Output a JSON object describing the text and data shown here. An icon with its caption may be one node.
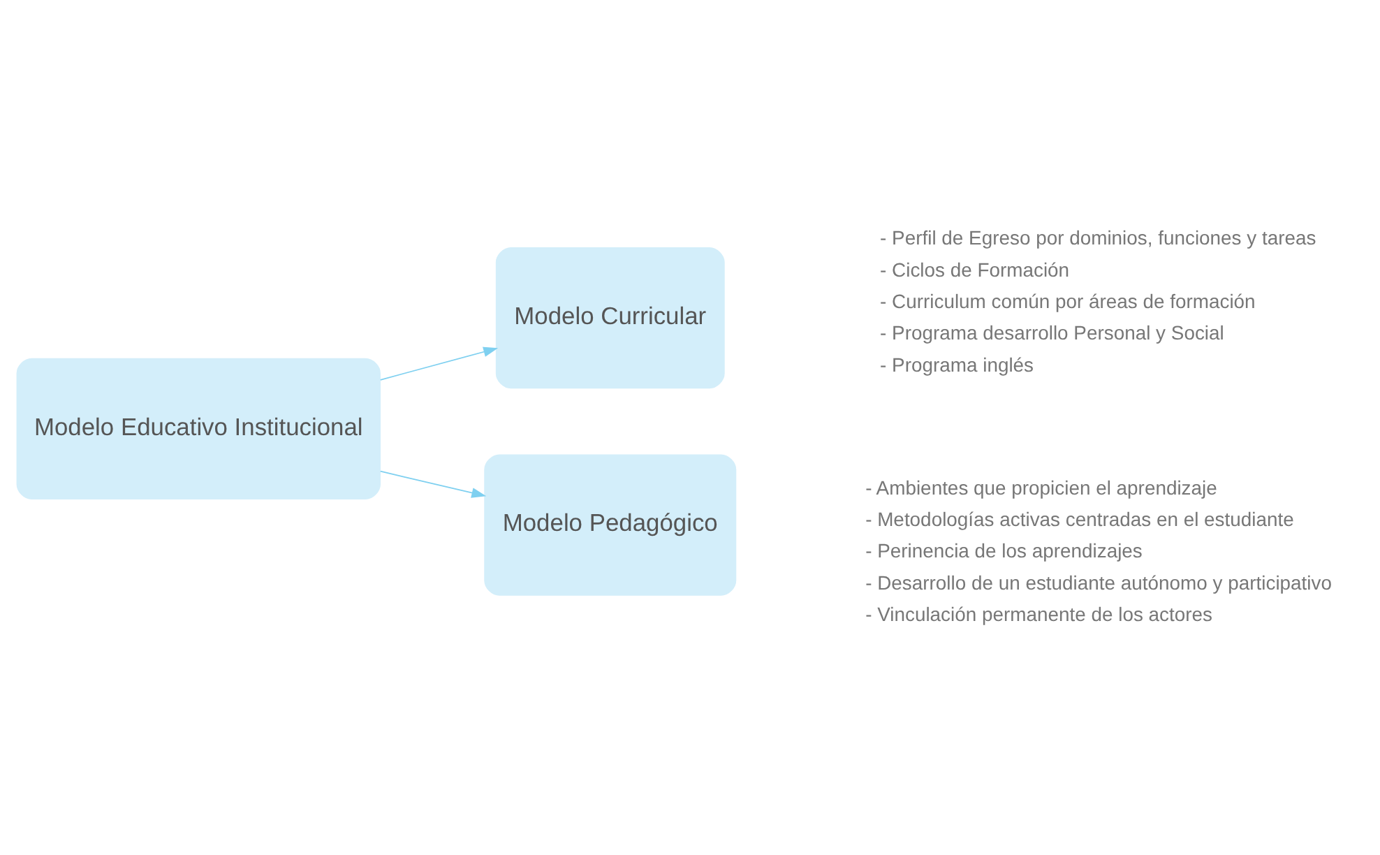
{
  "diagram": {
    "nodes": [
      {
        "text": [
          "Modelo Educativo Institucional"
        ]
      },
      {
        "text": [
          "Modelo Curricular"
        ],
        "beside": [
          "- Perfil de Egreso por dominios, funciones y tareas",
          "- Ciclos de Formación",
          "- Curriculum común por áreas de formación",
          "- Programa desarrollo Personal y Social",
          "- Programa inglés"
        ]
      },
      {
        "text": [
          "Modelo Pedagógico"
        ],
        "beside": [
          "- Ambientes que propicien el aprendizaje",
          "- Metodologías activas centradas en el estudiante",
          "- Perinencia de los aprendizajes",
          "- Desarrollo de un estudiante autónomo y participativo",
          "- Vinculación permanente de los actores"
        ]
      }
    ],
    "edges": [
      {
        "from": 0,
        "to": 1,
        "arrow": "to"
      },
      {
        "from": 0,
        "to": 2,
        "arrow": "to"
      }
    ]
  }
}
